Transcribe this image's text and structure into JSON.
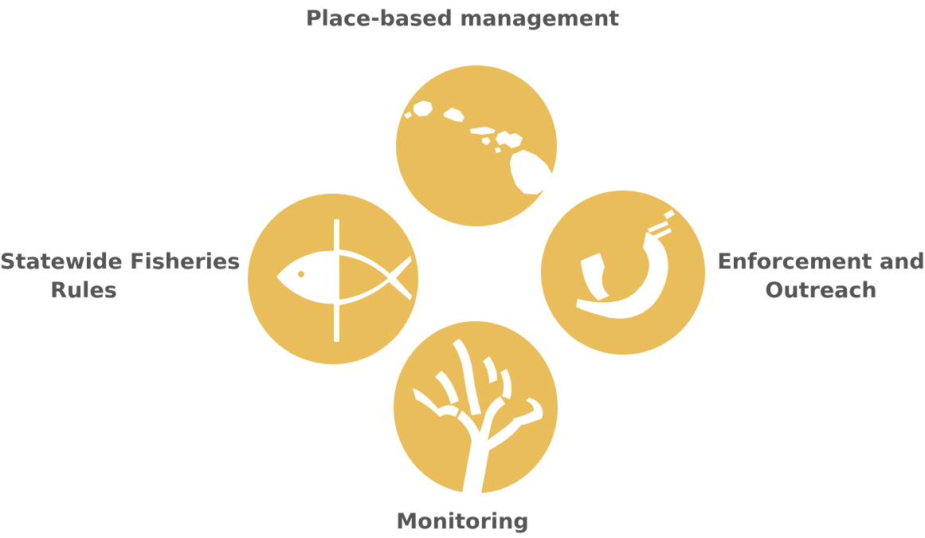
{
  "labels": {
    "top": "Place-based management",
    "left_line1": "Statewide Fisheries",
    "left_line2": "Rules",
    "right_line1": "Enforcement and",
    "right_line2": "Outreach",
    "bottom": "Monitoring"
  },
  "icons": {
    "top": "hawaiian-islands-icon",
    "left": "fish-icon",
    "right": "fish-hook-icon",
    "bottom": "coral-icon"
  },
  "colors": {
    "circle_fill": "#E9BE5A",
    "icon_fill": "#FFFFFF",
    "label_text": "#555555"
  }
}
